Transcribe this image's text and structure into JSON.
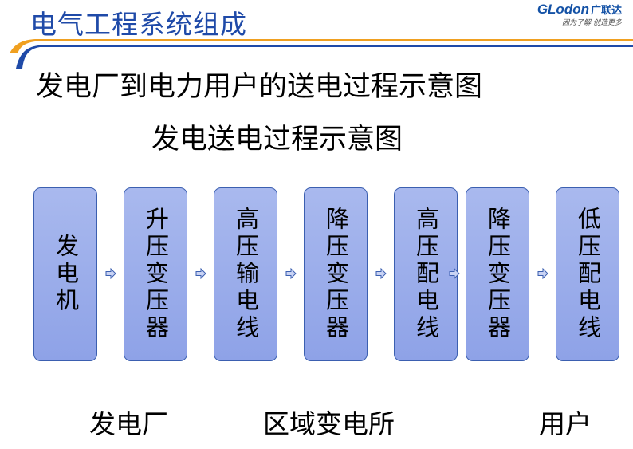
{
  "header": {
    "title": "电气工程系统组成",
    "logo_main": "GLodon",
    "logo_cn": "广联达",
    "logo_slogan": "因为了解 创造更多"
  },
  "page_title": "发电厂到电力用户的送电过程示意图",
  "diagram_title": "发电送电过程示意图",
  "flow_steps": [
    {
      "label": "发电机"
    },
    {
      "label": "升压变压器"
    },
    {
      "label": "高压输电线"
    },
    {
      "label": "降压变压器"
    },
    {
      "label": "高压配电线"
    },
    {
      "label": "降压变压器"
    },
    {
      "label": "低压配电线"
    }
  ],
  "stages": [
    "发电厂",
    "区域变电所",
    "用户"
  ],
  "colors": {
    "title_blue": "#1f4aa8",
    "box_fill": "#97a9ea",
    "box_border": "#3b5fb0",
    "arrow_fill": "#c9d3f4",
    "accent_orange": "#f0a020"
  },
  "icons": {
    "arrow": "right-arrow-icon",
    "logo": "glodon-logo"
  }
}
